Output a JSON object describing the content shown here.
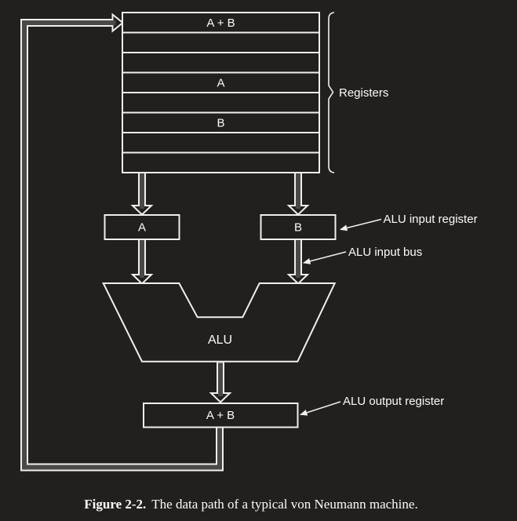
{
  "colors": {
    "background": "#221f1f",
    "line": "#f0efed",
    "arrow_interior": "#4a4948",
    "text": "#fcfbfa"
  },
  "register_file": {
    "rows": [
      "A + B",
      "",
      "",
      "A",
      "",
      "B",
      "",
      ""
    ],
    "brace_label": "Registers"
  },
  "alu_input_registers": {
    "left_label": "A",
    "right_label": "B"
  },
  "alu": {
    "label": "ALU"
  },
  "output_register": {
    "label": "A + B"
  },
  "annotations": {
    "input_register": "ALU input register",
    "input_bus": "ALU input bus",
    "output_register": "ALU output register"
  },
  "caption": {
    "figure": "Figure 2-2.",
    "text": "The data path of a typical von Neumann machine."
  }
}
